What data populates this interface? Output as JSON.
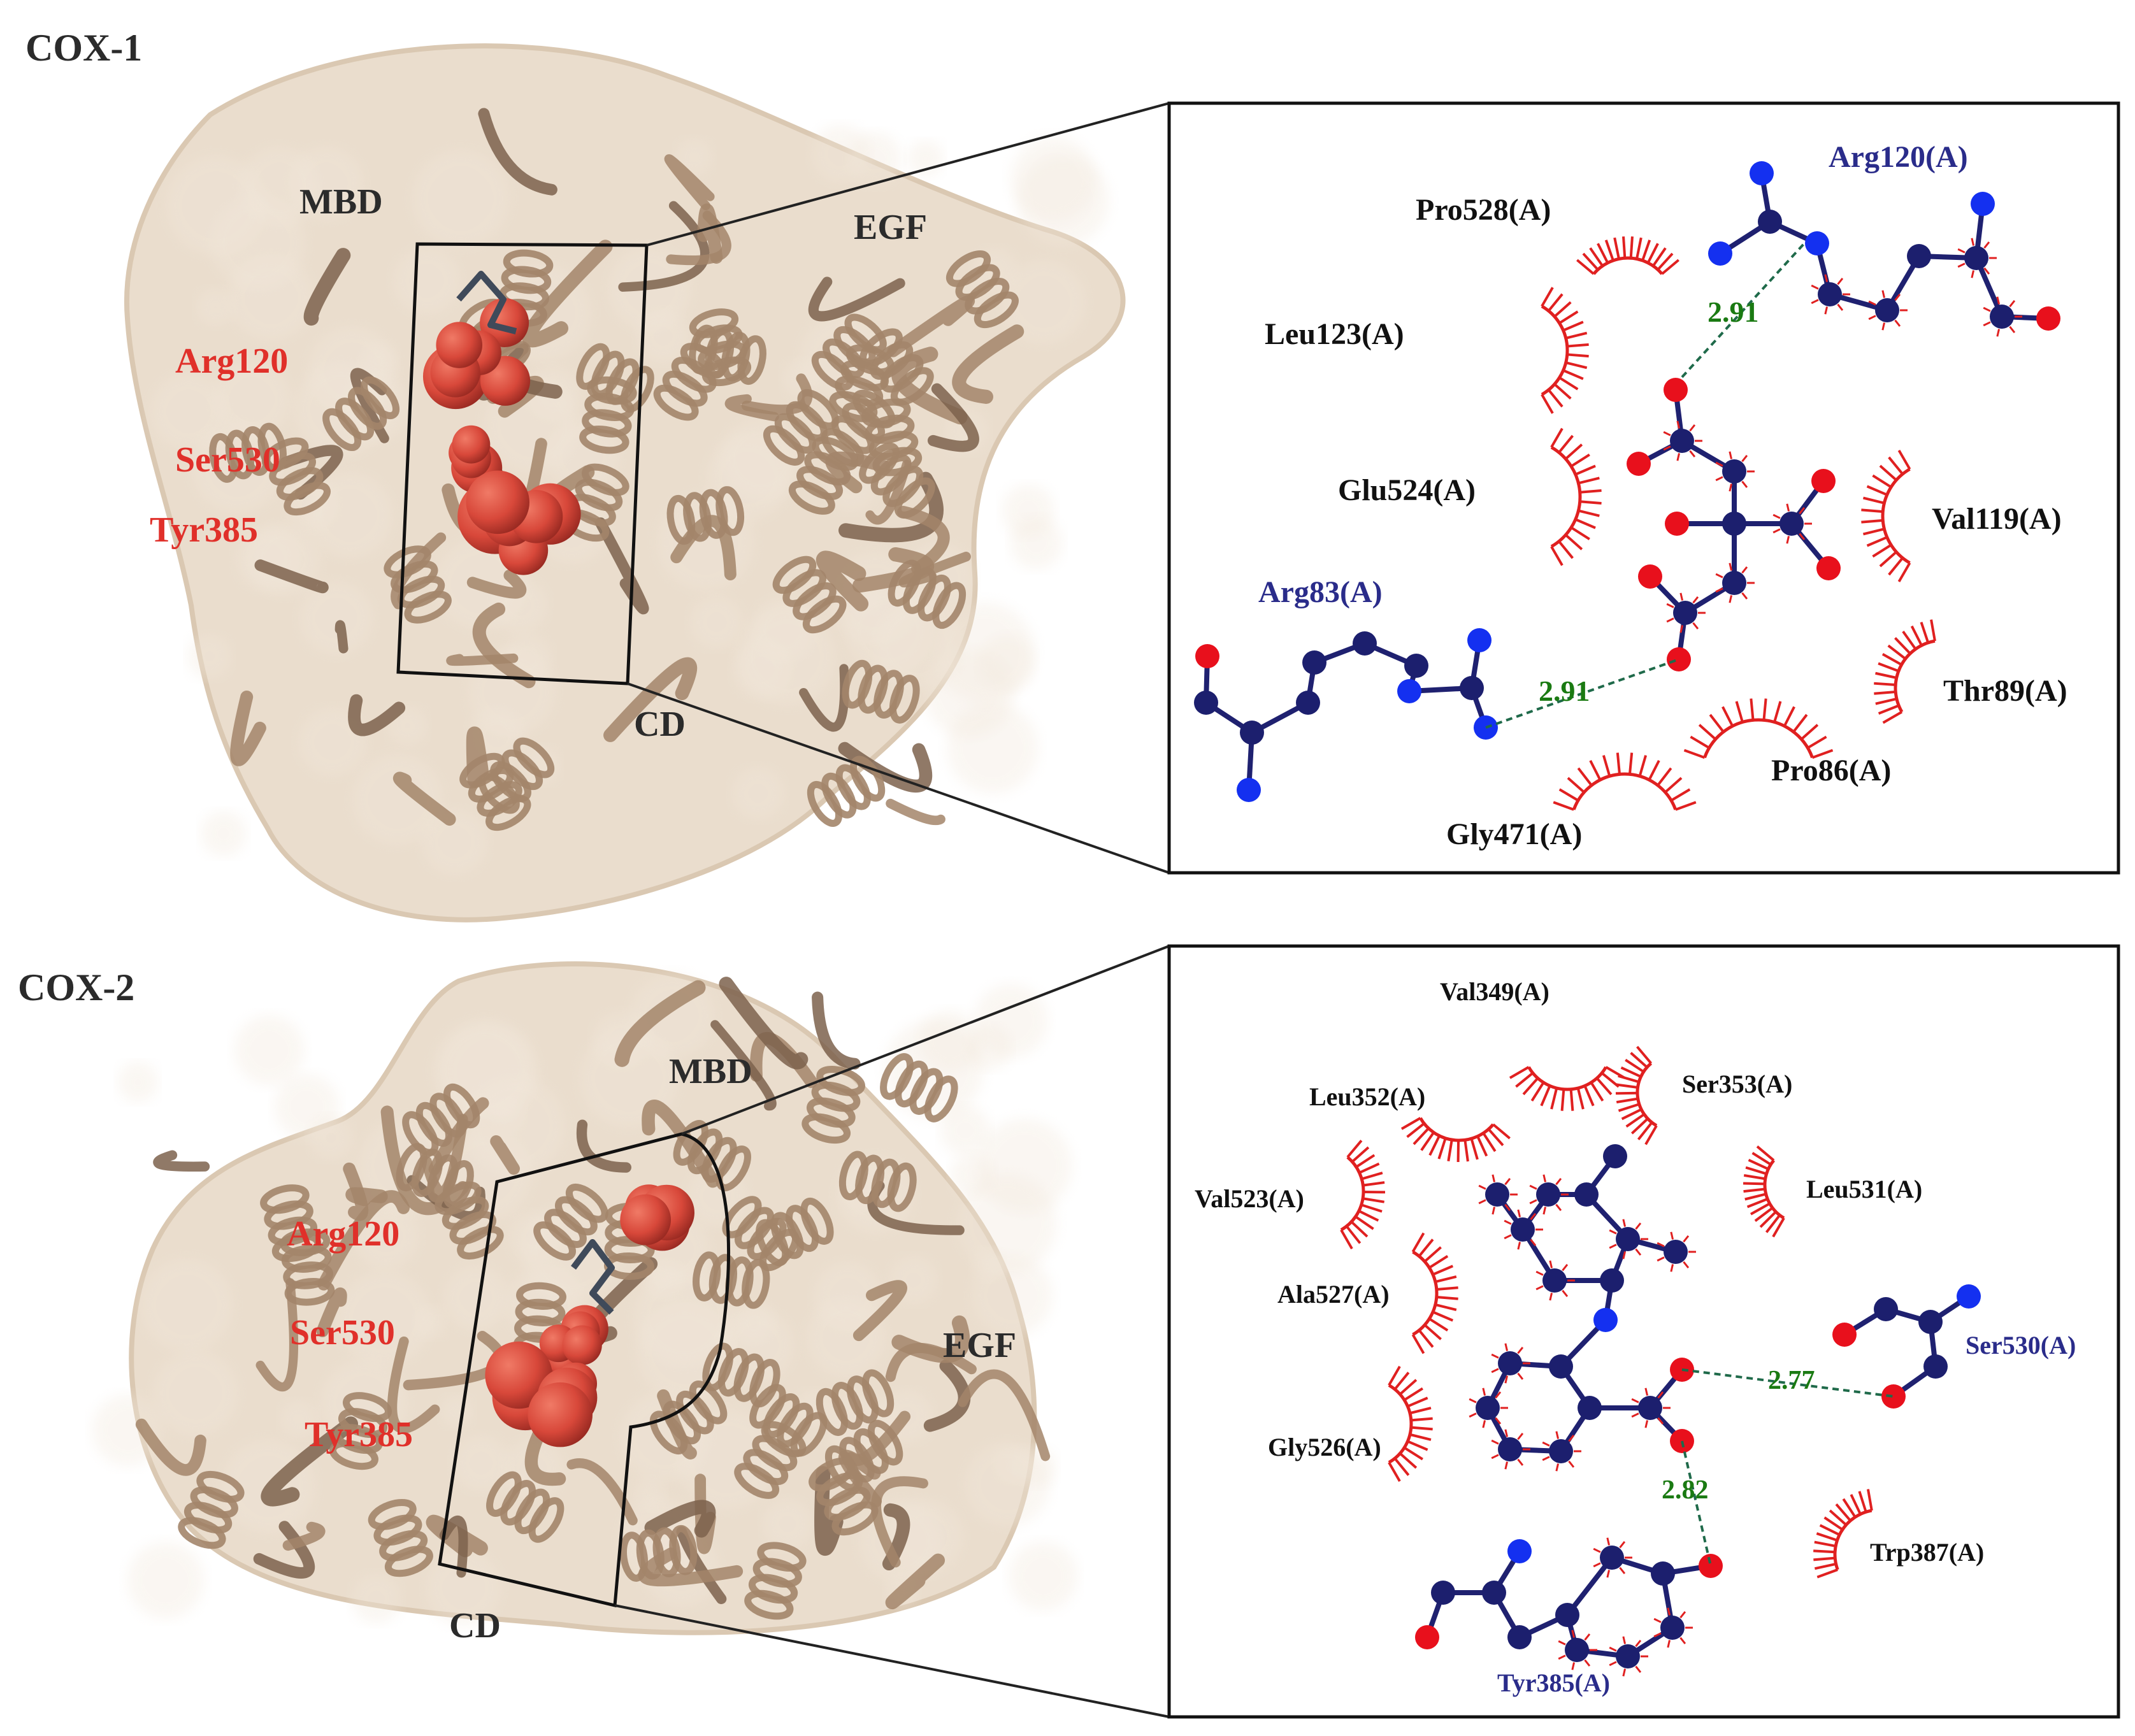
{
  "colors": {
    "surface": "#e9dccb",
    "surface_edge": "#d9c6ae",
    "ribbon": "#a3856a",
    "ribbon_dark": "#7c624c",
    "ligand_sphere": "#d8483a",
    "stick": "#3f4a5a",
    "red_label": "#e0302a",
    "dark_label": "#2b2b2b",
    "chain": "#1f2170",
    "atom_c": "#1c1f6e",
    "atom_n": "#1430f0",
    "atom_o": "#e8101c",
    "hbond": "#1f6a4a",
    "hbond_text": "#1a7a12",
    "hydrophobic": "#e02020",
    "residue_label_blue": "#2a2c8a"
  },
  "panels": [
    {
      "id": "cox1",
      "title": "COX-1",
      "domains": [
        "MBD",
        "EGF",
        "CD"
      ],
      "sites": [
        "Arg120",
        "Ser530",
        "Tyr385"
      ],
      "hydrophobic_residues": [
        "Pro528(A)",
        "Leu123(A)",
        "Glu524(A)",
        "Val119(A)",
        "Thr89(A)",
        "Pro86(A)",
        "Gly471(A)"
      ],
      "hbond_residues": [
        "Arg120(A)",
        "Arg83(A)"
      ],
      "hbond_distances": [
        "2.91",
        "2.91"
      ]
    },
    {
      "id": "cox2",
      "title": "COX-2",
      "domains": [
        "MBD",
        "EGF",
        "CD"
      ],
      "sites": [
        "Arg120",
        "Ser530",
        "Tyr385"
      ],
      "hydrophobic_residues": [
        "Val349(A)",
        "Leu352(A)",
        "Ser353(A)",
        "Val523(A)",
        "Leu531(A)",
        "Ala527(A)",
        "Gly526(A)",
        "Trp387(A)"
      ],
      "hbond_residues": [
        "Ser530(A)",
        "Tyr385(A)"
      ],
      "hbond_distances": [
        "2.77",
        "2.82"
      ]
    }
  ]
}
